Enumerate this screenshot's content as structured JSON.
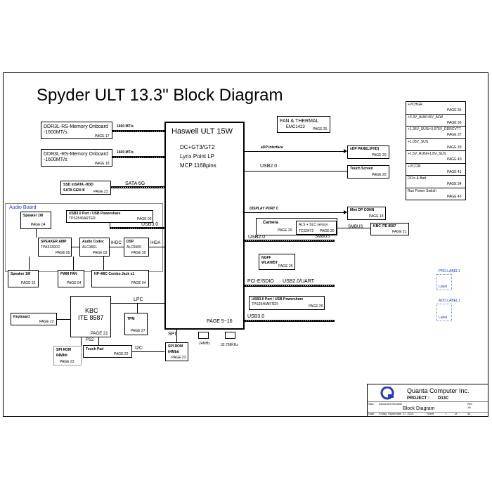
{
  "title": "Spyder ULT 13.3\" Block Diagram",
  "cpu": {
    "name": "Haswell ULT 15W",
    "line1": "DC+GT3/GT2",
    "line2": "Lynx Point LP",
    "line3": "MCP 1168pins",
    "page": "PAGE 5~16",
    "clk1": "24MHz",
    "clk2": "32.768KHz"
  },
  "memory": [
    {
      "line1": "DDR3L-RS-Memory Onboard",
      "line2": "-1600MT/s",
      "page": "PAGE 17",
      "bus": "1600 MT/s"
    },
    {
      "line1": "DDR3L-RS-Memory Onboard",
      "line2": "-1600MT/s",
      "page": "PAGE 18",
      "bus": "1600 MT/s"
    }
  ],
  "ssd": {
    "line1": "SSD mSATA -HDD",
    "line2": "SATA GEN III",
    "page": "PAGE 23",
    "bus": "SATA 6G"
  },
  "usb_left": {
    "line1": "USB3.0 Port / USB Powershare",
    "line2": "TPS2546ARTER",
    "page": "PAGE 02",
    "bus": "USB3.0"
  },
  "audio_board": {
    "label": "Audio Board",
    "speaker1": {
      "name": "Speaker 1W",
      "page": "PAGE 04"
    },
    "amp": {
      "name": "SPEAKER AMP",
      "chip": "TPA3130D2",
      "page": "PAGE 05"
    },
    "codec": {
      "name": "Audio Codec",
      "chip": "ALC3661",
      "page": "PAGE 03"
    },
    "ihdc": "IHDC",
    "pwm": {
      "name": "PWM FAN",
      "page": "PAGE 04"
    },
    "jack": {
      "name": "HP+MIC Combo Jack x1",
      "page": "PAGE 04"
    }
  },
  "speaker2": {
    "name": "Speaker 1W",
    "page": "PAGE 31"
  },
  "dsp": {
    "name": "DSP",
    "chip": "ALC5505",
    "page": "PAGE 30",
    "bus": "IHDA"
  },
  "kbc": {
    "line1": "KBC",
    "line2": "ITE 8587",
    "page": "PAGE 21",
    "lpc": "LPC",
    "ps2": "PS2",
    "i2c": "I2C"
  },
  "keyboard": {
    "name": "Keyboard",
    "page": "PAGE 22"
  },
  "tpm": {
    "name": "TPM",
    "page": "PAGE 27"
  },
  "spirom_left": {
    "line1": "SPI ROM",
    "line2": "64Mbit",
    "page": "PAGE 23"
  },
  "touchpad": {
    "name": "Touch Pad",
    "page": "PAGE 22"
  },
  "spirom_cpu": {
    "line1": "SPI ROM",
    "line2": "64Mbit",
    "page": "PAGE 23",
    "bus": "SPI"
  },
  "fan": {
    "line1": "FAN & THERMAL",
    "line2": "EMC1423",
    "page": "PAGE 25"
  },
  "edp": {
    "bus": "eDP Interface",
    "name": "eDP PANEL(FHD)",
    "page": "PAGE 20"
  },
  "touchscreen": {
    "bus": "USB2.0",
    "name": "Touch Screen",
    "page": "PAGE 20"
  },
  "dp": {
    "bus": "DISPLAY PORT C",
    "name": "Mini DP CONN",
    "page": "PAGE 18"
  },
  "camera": {
    "name": "Camera",
    "page": "PAGE 20",
    "als": "ALS + SLC sensor",
    "als_chip": "TCS3472",
    "als_page": "PAGE 20",
    "smbus": "SMBUS",
    "usb": "USB2.0"
  },
  "kbc_right": {
    "name": "KBC ITE 8587",
    "page": "PAGE 21",
    "bus": "SMBUS"
  },
  "ngff": {
    "line1": "NGFF",
    "line2": "WLAN/BT",
    "page": "PAGE 26",
    "bus1": "PCI-E/SDIO",
    "bus2": "USB2.0/UART"
  },
  "usb_right": {
    "line1": "USB3.0 Port / USB Powershare",
    "line2": "TPS2546ARTER",
    "page": "PAGE 26",
    "bus": "USB3.0"
  },
  "power": [
    {
      "name": "+VCHGR",
      "page": "PAGE 35"
    },
    {
      "name": "+3.3V_ALW/+5V_ALW",
      "page": "PAGE 36"
    },
    {
      "name": "+1.35V_SUS/+0.675V_DDRCVTT",
      "page": "PAGE 37"
    },
    {
      "name": "+1.05V_SUS",
      "page": "PAGE 39"
    },
    {
      "name": "+1.5V_RUN/+1.8V_SUS",
      "page": "PAGE 40"
    },
    {
      "name": "+VCCIN",
      "page": "PAGE 41"
    },
    {
      "name": "DCin & Batt",
      "page": "PAGE 34"
    },
    {
      "name": "Run Power Switch",
      "page": "PAGE 43"
    }
  ],
  "labels": {
    "top_head": "PRO.LABEL1",
    "bot_head": "ADO.LABEL1",
    "text": "Label"
  },
  "titleblock": {
    "company": "Quanta Computer Inc.",
    "project_label": "PROJECT :",
    "project": "D13C",
    "size_label": "Size",
    "docnum_label": "Document Number",
    "doc": "Block Diagram",
    "rev_label": "Rev",
    "rev": "1A",
    "date_label": "Date:",
    "date": "Friday, September 27, 2013",
    "sheet_label": "Sheet",
    "sheet": "1",
    "of_label": "of",
    "total": "44"
  },
  "colors": {
    "accent": "#1f3bbf",
    "logo": "#1f3bbf"
  }
}
